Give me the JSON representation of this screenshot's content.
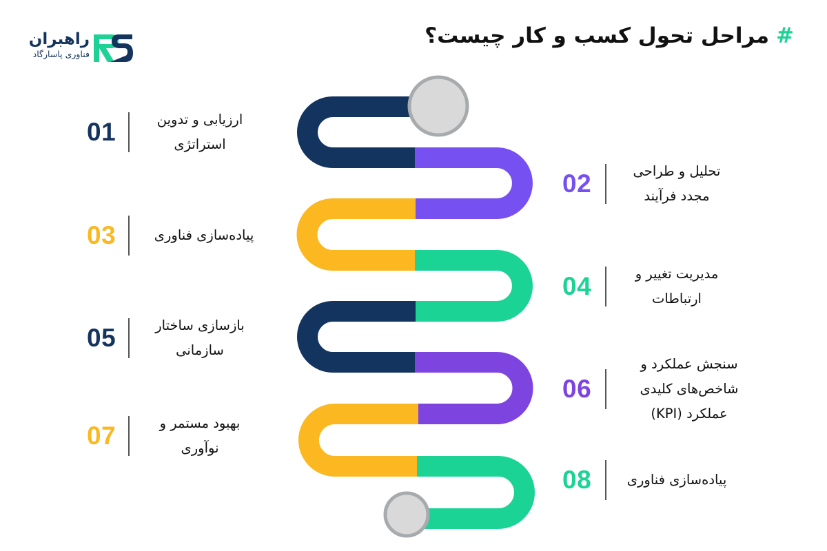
{
  "brand": {
    "name": "راهبران",
    "subtitle": "فناوری پاسارگاد",
    "mark": "RS",
    "colors": {
      "navy": "#14345e",
      "green": "#1ed194"
    }
  },
  "header": {
    "hash": "#",
    "title": "مراحل تحول کسب و کار چیست؟"
  },
  "palette": {
    "navy": "#12345f",
    "purple": "#7650f0",
    "purple_dark": "#7e44e0",
    "yellow": "#fbb821",
    "green": "#1ad394",
    "node_fill": "#d9d9d9",
    "node_stroke": "#a8abad",
    "divider": "#555555"
  },
  "steps": [
    {
      "number": "01",
      "label_lines": [
        "ارزیابی و تدوین",
        "استراتژی"
      ],
      "side": "left",
      "color": "#14345e"
    },
    {
      "number": "02",
      "label_lines": [
        "تحلیل و طراحی",
        "مجدد فرآیند"
      ],
      "side": "right",
      "color": "#7650f0"
    },
    {
      "number": "03",
      "label_lines": [
        "پیاده‌سازی فناوری"
      ],
      "side": "left",
      "color": "#fbb821"
    },
    {
      "number": "04",
      "label_lines": [
        "مدیریت تغییر و",
        "ارتباطات"
      ],
      "side": "right",
      "color": "#1ad394"
    },
    {
      "number": "05",
      "label_lines": [
        "بازسازی ساختار",
        "سازمانی"
      ],
      "side": "left",
      "color": "#14345e"
    },
    {
      "number": "06",
      "label_lines": [
        "سنجش عملکرد و",
        "شاخص‌های کلیدی",
        "عملکرد (KPI)"
      ],
      "side": "right",
      "color": "#7e44e0"
    },
    {
      "number": "07",
      "label_lines": [
        "بهبود مستمر و",
        "نوآوری"
      ],
      "side": "left",
      "color": "#fbb821"
    },
    {
      "number": "08",
      "label_lines": [
        "پیاده‌سازی فناوری"
      ],
      "side": "right",
      "color": "#1ad394"
    }
  ]
}
